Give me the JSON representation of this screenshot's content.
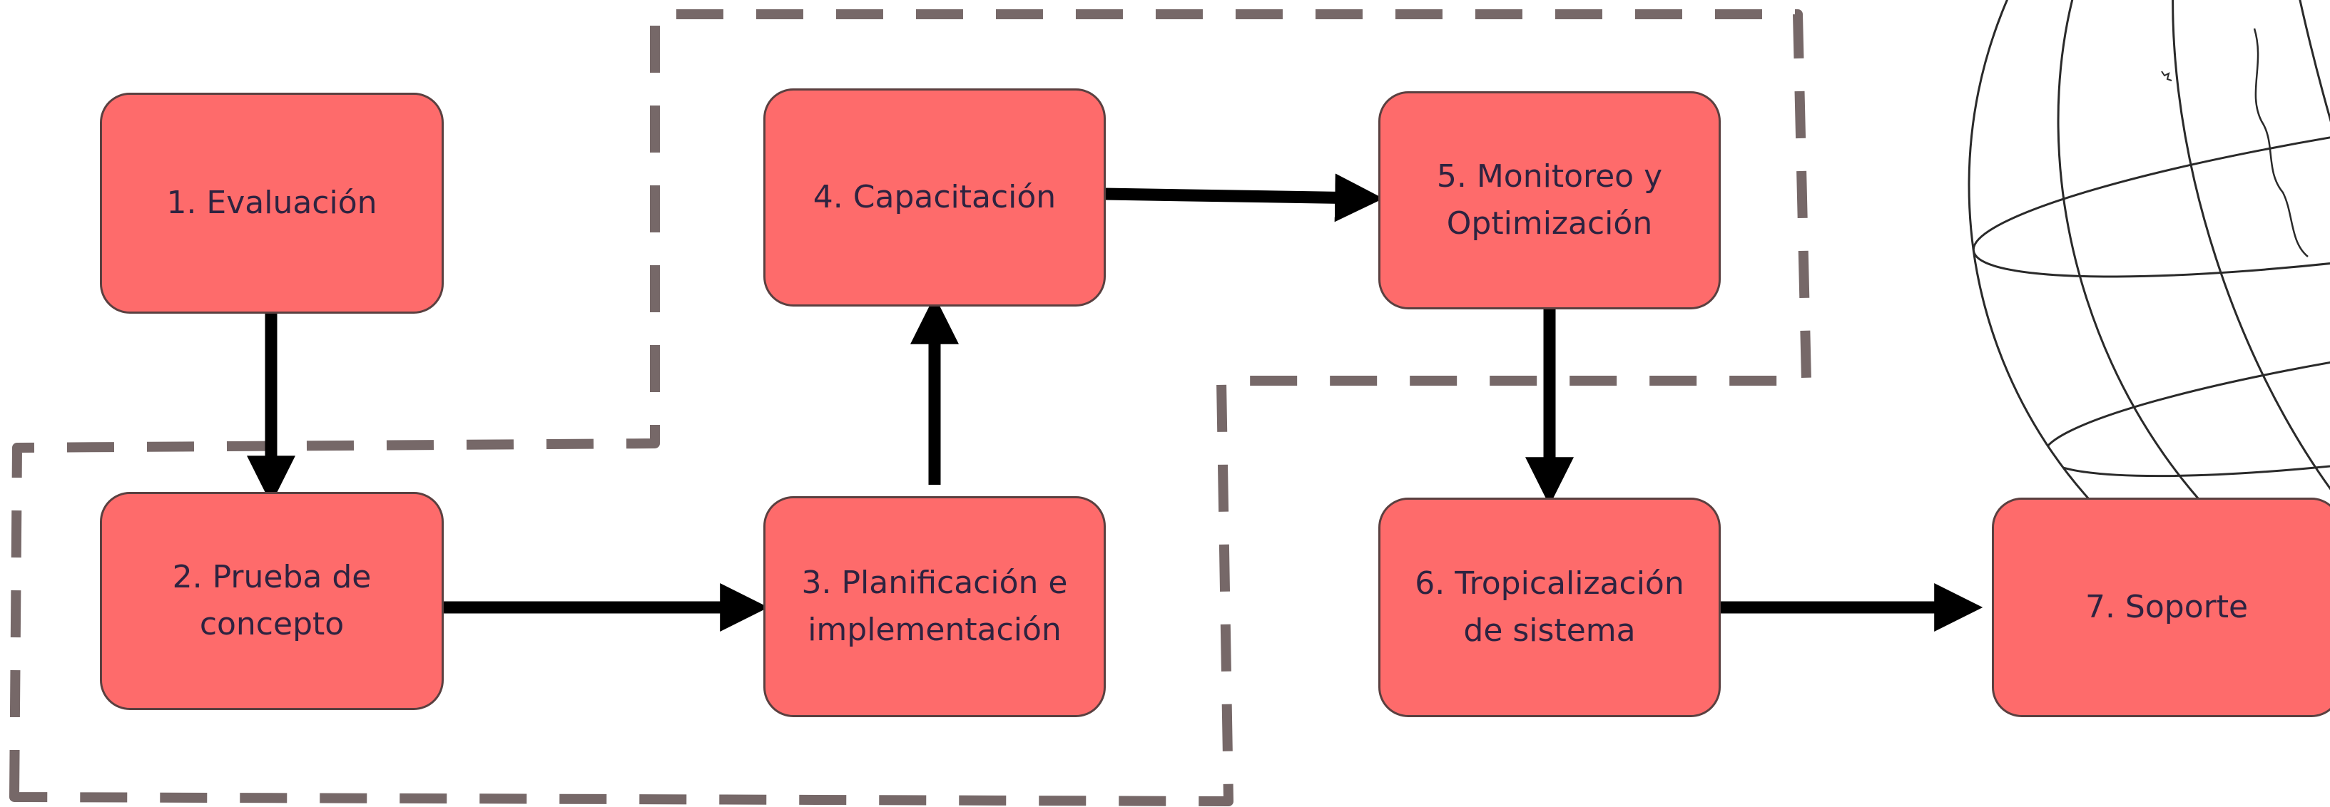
{
  "diagram": {
    "steps": [
      {
        "id": "evaluacion",
        "label": "1. Evaluación"
      },
      {
        "id": "prueba",
        "label": "2. Prueba de\nconcepto"
      },
      {
        "id": "planificacion",
        "label": "3. Planificación e\nimplementación"
      },
      {
        "id": "capacitacion",
        "label": "4. Capacitación"
      },
      {
        "id": "monitoreo",
        "label": "5. Monitoreo y\nOptimización"
      },
      {
        "id": "tropicalizacion",
        "label": "6. Tropicalización\nde sistema"
      },
      {
        "id": "soporte",
        "label": "7. Soporte"
      }
    ],
    "colors": {
      "box_fill": "#fe6b6b",
      "box_border": "#5a4040",
      "text": "#2e2340",
      "arrow": "#000000",
      "dashed_frame": "#766868",
      "globe_line": "#2a2a2a"
    },
    "icons": [
      "globe-icon"
    ]
  }
}
